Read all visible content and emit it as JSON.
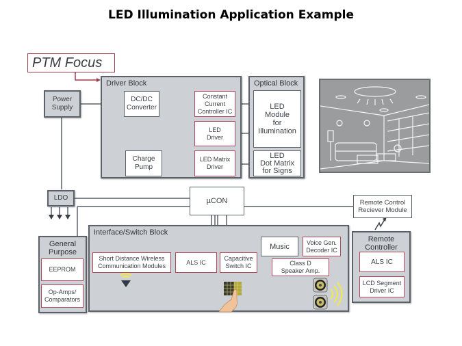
{
  "title": "LED Illumination Application Example",
  "ptm_focus": "PTM Focus",
  "colors": {
    "block_fill": "#cdd1d6",
    "block_border": "#5b6168",
    "highlight_border": "#b04a5a",
    "ptm_border": "#a33a4c",
    "signal_yellow": "#f2e84a"
  },
  "power_supply": {
    "label_1": "Power",
    "label_2": "Supply"
  },
  "ldo": {
    "label": "LDO"
  },
  "driver_block": {
    "title": "Driver Block",
    "dcdc": {
      "label_1": "DC/DC",
      "label_2": "Converter"
    },
    "charge_pump": {
      "label_1": "Charge",
      "label_2": "Pump"
    },
    "constant_current": {
      "label_1": "Constant",
      "label_2": "Current",
      "label_3": "Controller IC"
    },
    "led_driver": {
      "label_1": "LED",
      "label_2": "Driver"
    },
    "led_matrix_driver": {
      "label_1": "LED Matrix",
      "label_2": "Driver"
    }
  },
  "optical_block": {
    "title": "Optical Block",
    "led_module": {
      "label_1": "LED",
      "label_2": "Module",
      "label_3": "for",
      "label_4": "Illumination"
    },
    "dot_matrix": {
      "label_1": "LED",
      "label_2": "Dot Matrix",
      "label_3": "for Signs"
    }
  },
  "ucon": {
    "label": "µCON"
  },
  "remote_receiver": {
    "label_1": "Remote Control",
    "label_2": "Reciever Module"
  },
  "general_purpose": {
    "title_1": "General",
    "title_2": "Purpose",
    "eeprom": "EEPROM",
    "opamps_1": "Op-Amps/",
    "opamps_2": "Comparators"
  },
  "interface_block": {
    "title": "Interface/Switch Block",
    "wireless_1": "Short Distance Wireless",
    "wireless_2": "Communication Modules",
    "als": "ALS IC",
    "capacitive_1": "Capacitive",
    "capacitive_2": "Switch IC",
    "music": "Music",
    "voice_1": "Voice Gen.",
    "voice_2": "Decoder IC",
    "classd_1": "Class D",
    "classd_2": "Speaker Amp."
  },
  "remote_controller": {
    "title_1": "Remote",
    "title_2": "Controller",
    "als": "ALS IC",
    "lcd_1": "LCD Segment",
    "lcd_2": "Driver IC"
  }
}
